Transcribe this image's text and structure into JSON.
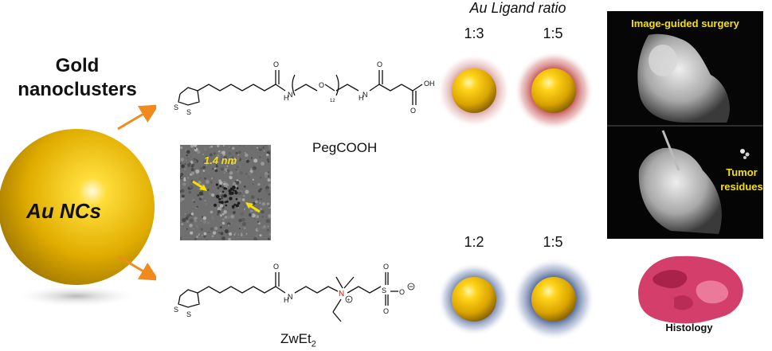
{
  "title": "Gold nanoclusters",
  "title_lines": [
    "Gold",
    "nanoclusters"
  ],
  "core_label": "Au NCs",
  "tem_scale": "1.4 nm",
  "ligands": {
    "top": {
      "name": "PegCOOH",
      "sub_label": "12",
      "acid": "OH"
    },
    "bottom": {
      "name": "ZwEt",
      "name_sub": "2",
      "sulfonate": "O"
    }
  },
  "ratio_title": "Au Ligand ratio",
  "ratios_top": [
    "1:3",
    "1:5"
  ],
  "ratios_bottom": [
    "1:2",
    "1:5"
  ],
  "surgery": {
    "title": "Image-guided surgery",
    "tumor_label_lines": [
      "Tumor",
      "residues"
    ]
  },
  "histology_label": "Histology",
  "colors": {
    "gold": "#e6b800",
    "arrow": "#f08a1c",
    "halo_red": "#b03a3a",
    "halo_blue": "#5a6e9a",
    "caption_yellow": "#f7e000"
  }
}
